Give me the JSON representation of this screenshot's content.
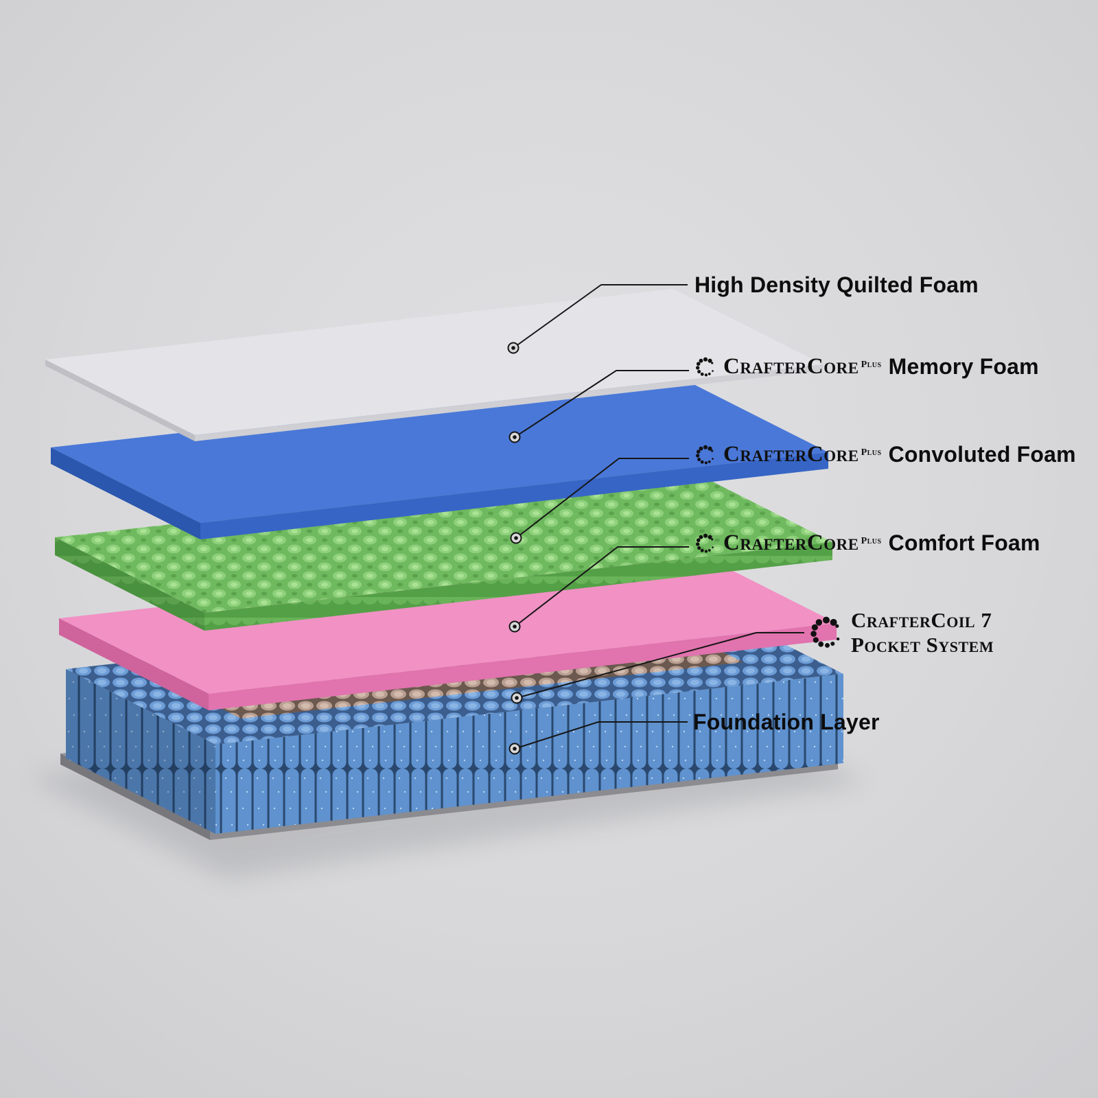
{
  "scene": {
    "background": "#d8d8da",
    "line_color": "#161616",
    "text_color": "#0d0d0d"
  },
  "colors": {
    "quilted_top": "#e4e4e8",
    "quilted_side_left": "#bfbfc5",
    "quilted_side_right": "#cfcfd4",
    "memory_top": "#4a78d8",
    "memory_side_left": "#2b57ae",
    "memory_side_right": "#3765c6",
    "convoluted_base": "#6fb95f",
    "convoluted_side": "#54a047",
    "comfort_top": "#f191c4",
    "comfort_side_left": "#cf639c",
    "comfort_side_right": "#e173ae",
    "coil_blue": "#5f92cf",
    "coil_tan": "#b99f92",
    "foundation_top": "#97979c",
    "foundation_side_left": "#77777c",
    "foundation_side_right": "#8b8b90"
  },
  "callouts": [
    {
      "name": "High Density Quilted Foam"
    },
    {
      "brand": "CrafterCore",
      "brand_sup": "Plus",
      "name": "Memory Foam"
    },
    {
      "brand": "CrafterCore",
      "brand_sup": "Plus",
      "name": "Convoluted Foam"
    },
    {
      "brand": "CrafterCore",
      "brand_sup": "Plus",
      "name": "Comfort Foam"
    },
    {
      "line1": "CrafterCoil 7",
      "line2": "Pocket System"
    },
    {
      "name": "Foundation Layer"
    }
  ]
}
